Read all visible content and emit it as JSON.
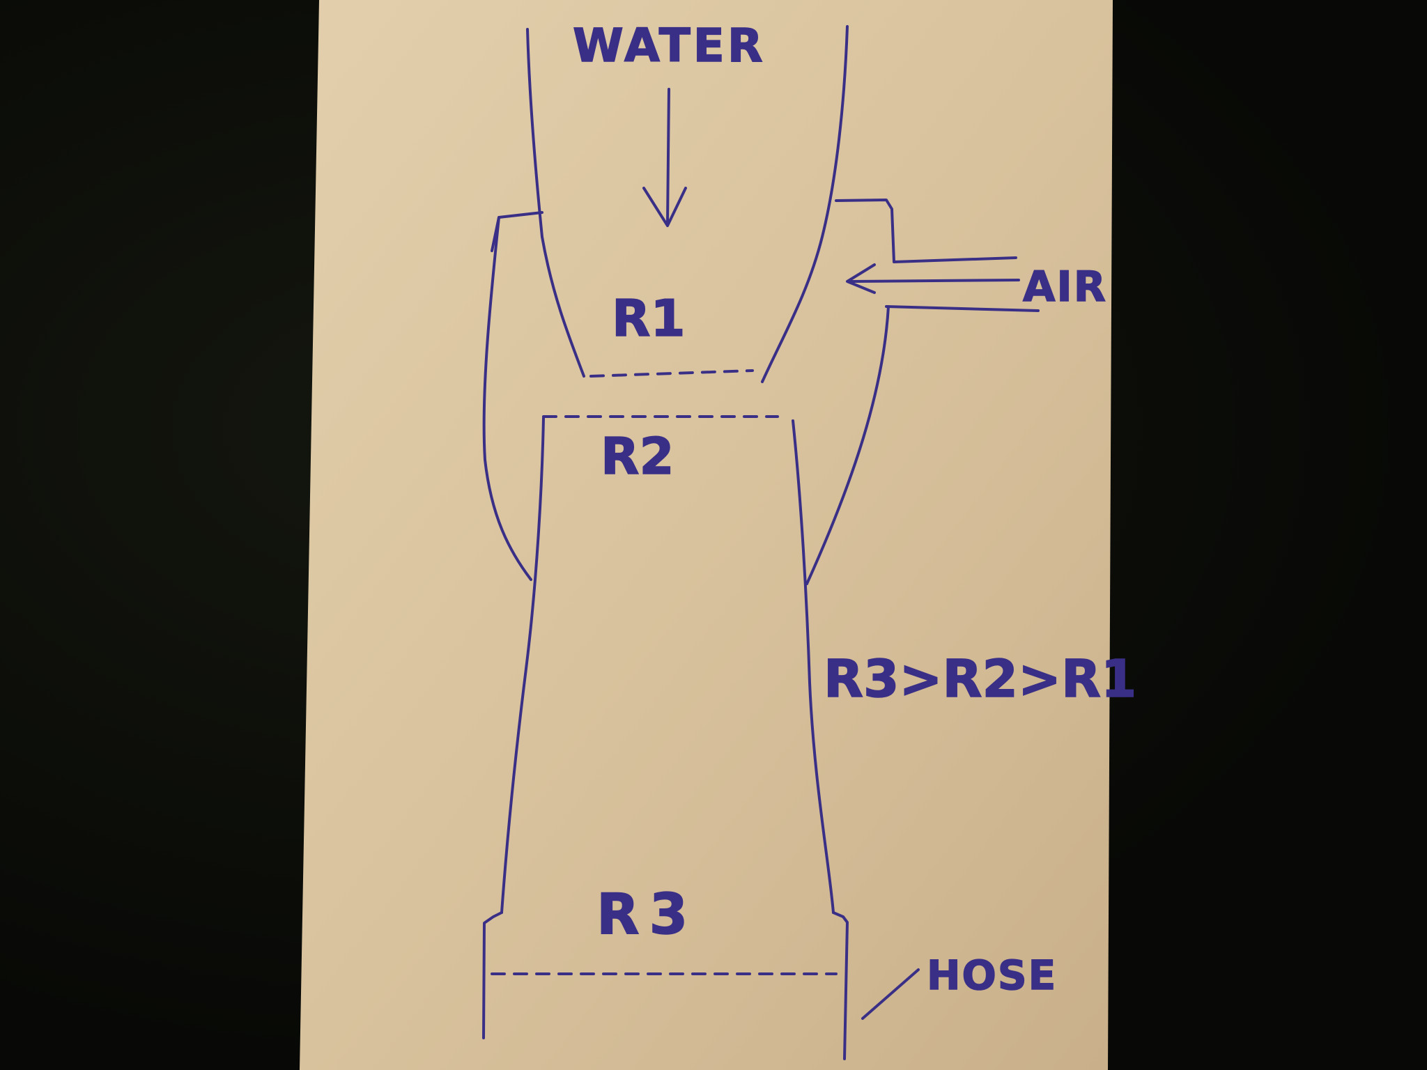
{
  "labels": {
    "water": "WATER",
    "air": "AIR",
    "r1": "R1",
    "r2": "R2",
    "r3": "R3",
    "relation": "R3>R2>R1",
    "hose": "HOSE"
  },
  "colors": {
    "ink": "#3a2f86",
    "paper": "#dcc6a0",
    "background": "#0a0b08"
  }
}
